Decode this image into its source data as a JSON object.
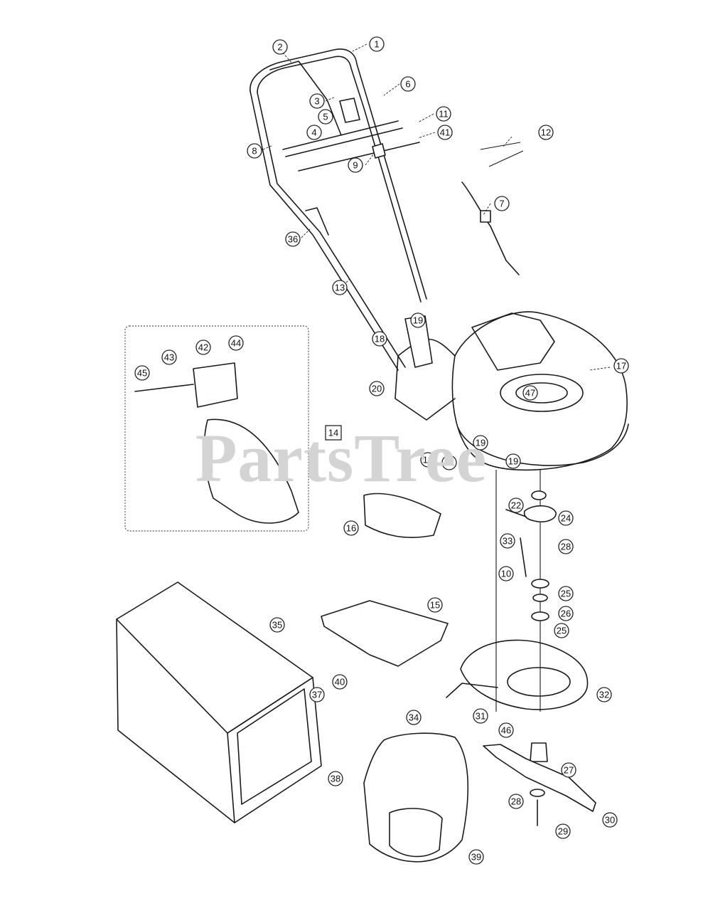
{
  "watermark": "PartsTree",
  "reference_box": "14",
  "callouts": [
    "1",
    "2",
    "3",
    "4",
    "5",
    "6",
    "7",
    "8",
    "9",
    "10",
    "11",
    "12",
    "13",
    "15",
    "16",
    "17",
    "18",
    "18",
    "19",
    "19",
    "19",
    "20",
    "21",
    "22",
    "24",
    "25",
    "25",
    "26",
    "27",
    "28",
    "28",
    "29",
    "30",
    "31",
    "32",
    "33",
    "34",
    "35",
    "36",
    "37",
    "38",
    "39",
    "40",
    "41",
    "42",
    "43",
    "44",
    "45",
    "46",
    "47"
  ]
}
